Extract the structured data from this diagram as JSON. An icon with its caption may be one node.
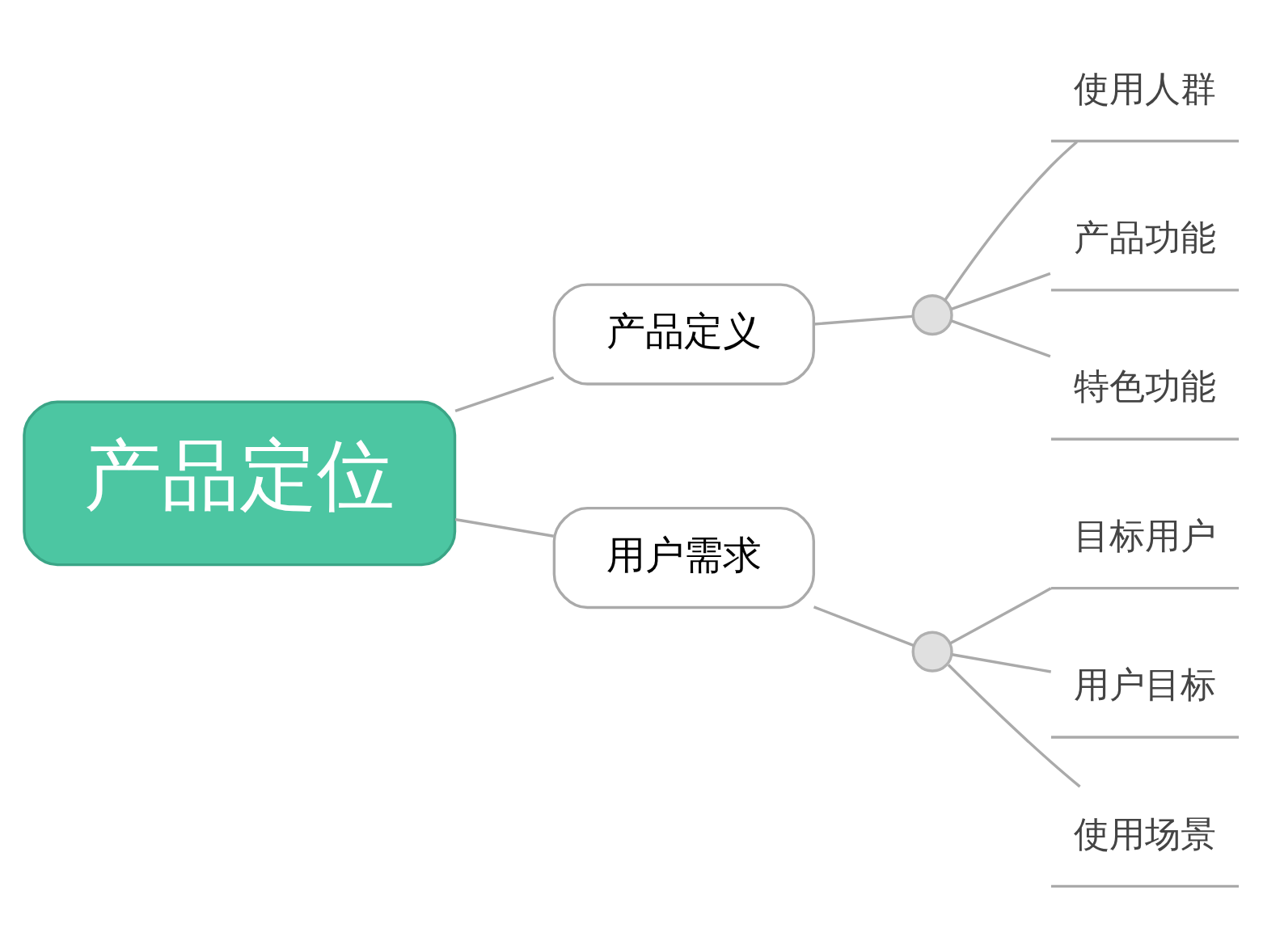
{
  "diagram": {
    "nodes": [
      {
        "text": [
          "产品定位"
        ]
      },
      {
        "text": [
          "产品定义"
        ]
      },
      {
        "text": [],
        "shape": "circle"
      },
      {
        "text": [
          "使用人群"
        ]
      },
      {
        "text": [
          "产品功能"
        ]
      },
      {
        "text": [
          "特色功能"
        ]
      },
      {
        "text": [
          "用户需求"
        ]
      },
      {
        "text": [],
        "shape": "circle"
      },
      {
        "text": [
          "目标用户"
        ]
      },
      {
        "text": [
          "用户目标"
        ]
      },
      {
        "text": [
          "使用场景"
        ]
      }
    ],
    "edges": [
      {
        "from": 0,
        "to": 1,
        "arrow": "none"
      },
      {
        "from": 1,
        "to": 2,
        "arrow": "none"
      },
      {
        "from": 2,
        "to": 3,
        "arrow": "none"
      },
      {
        "from": 2,
        "to": 4,
        "arrow": "none"
      },
      {
        "from": 2,
        "to": 5,
        "arrow": "none"
      },
      {
        "from": 0,
        "to": 6,
        "arrow": "none"
      },
      {
        "from": 6,
        "to": 7,
        "arrow": "none"
      },
      {
        "from": 7,
        "to": 8,
        "arrow": "none"
      },
      {
        "from": 7,
        "to": 9,
        "arrow": "none"
      },
      {
        "from": 7,
        "to": 10,
        "arrow": "none"
      }
    ]
  }
}
